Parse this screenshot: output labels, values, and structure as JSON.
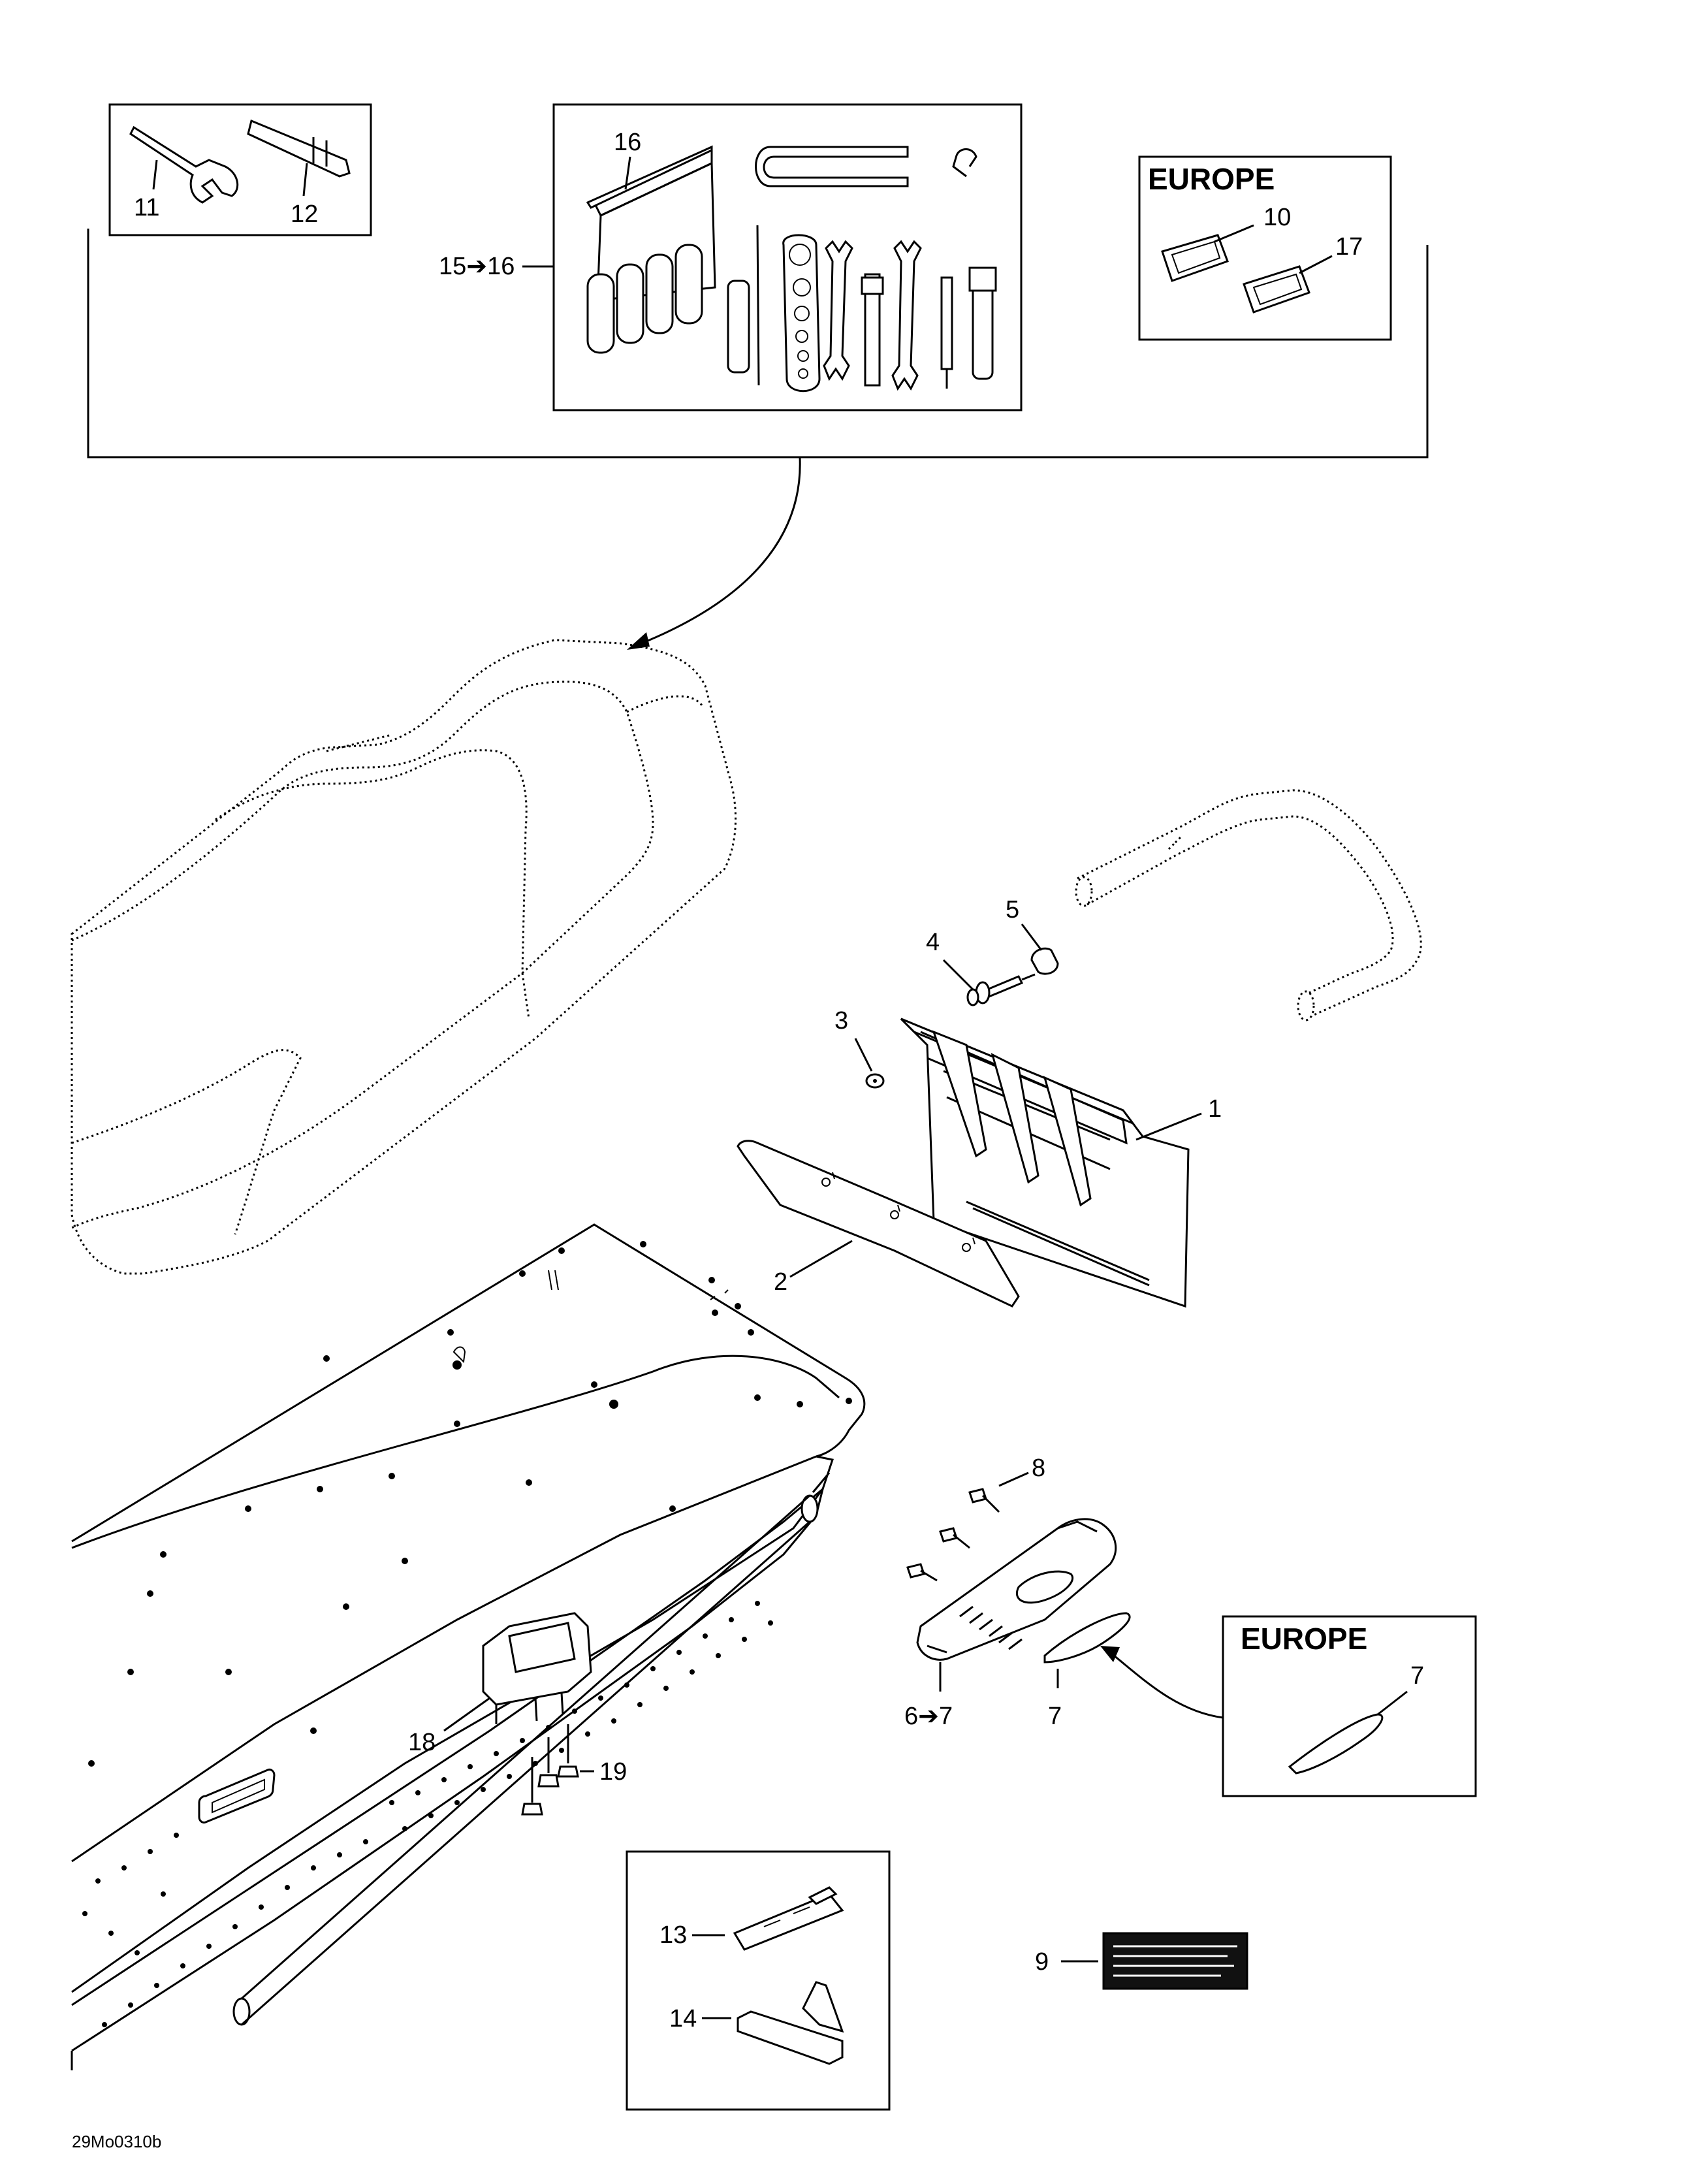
{
  "labels": {
    "l1": "1",
    "l2": "2",
    "l3": "3",
    "l4": "4",
    "l5": "5",
    "l6to7": "6➔7",
    "l7a": "7",
    "l7b": "7",
    "l8": "8",
    "l9": "9",
    "l10": "10",
    "l11": "11",
    "l12": "12",
    "l13": "13",
    "l14": "14",
    "l15to16": "15➔16",
    "l16": "16",
    "l17": "17",
    "l18": "18",
    "l19": "19"
  },
  "boxes": {
    "europe_top": "EUROPE",
    "europe_bottom": "EUROPE"
  },
  "footer": {
    "drawing_code": "29Mo0310b"
  }
}
